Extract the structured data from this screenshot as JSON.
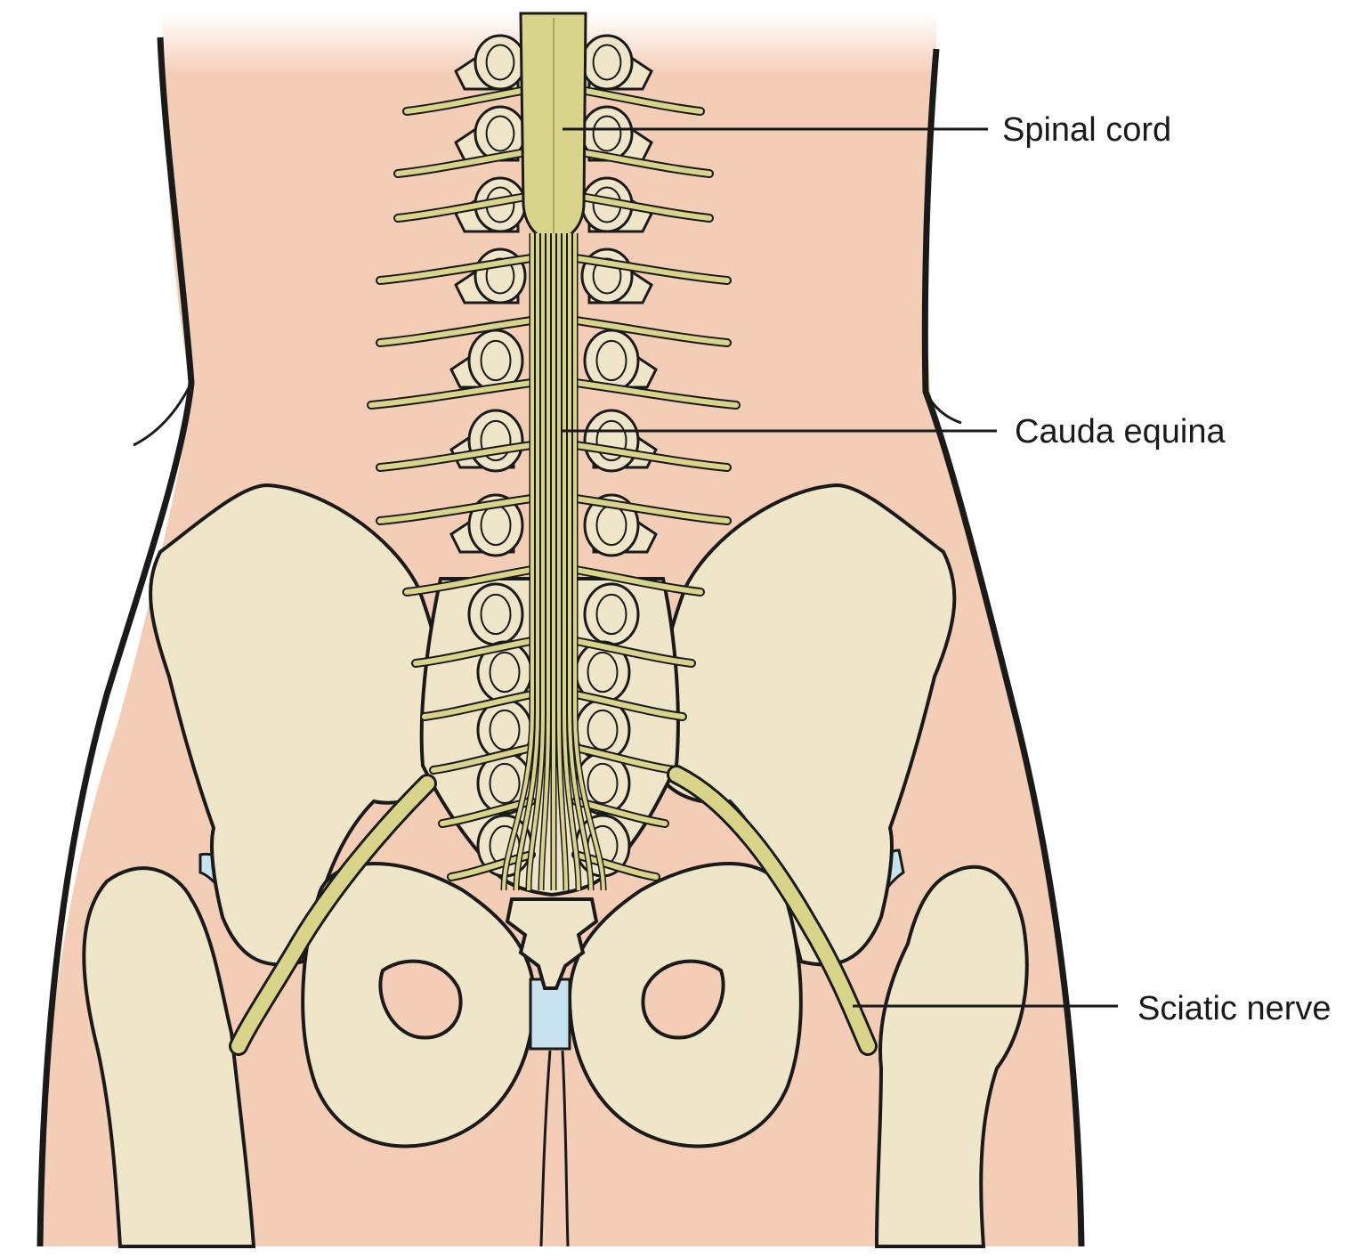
{
  "labels": {
    "spinal_cord": "Spinal cord",
    "cauda_equina": "Cauda equina",
    "sciatic_nerve": "Sciatic nerve"
  },
  "colors": {
    "skin": "#f4cdb6",
    "bone": "#efe5c8",
    "bone_shade": "#d9cca4",
    "nerve": "#d8d48a",
    "nerve_dark": "#a9a55a",
    "cartilage": "#c6e2ef",
    "outline": "#1a1a1a",
    "leader": "#1a1a1a"
  }
}
